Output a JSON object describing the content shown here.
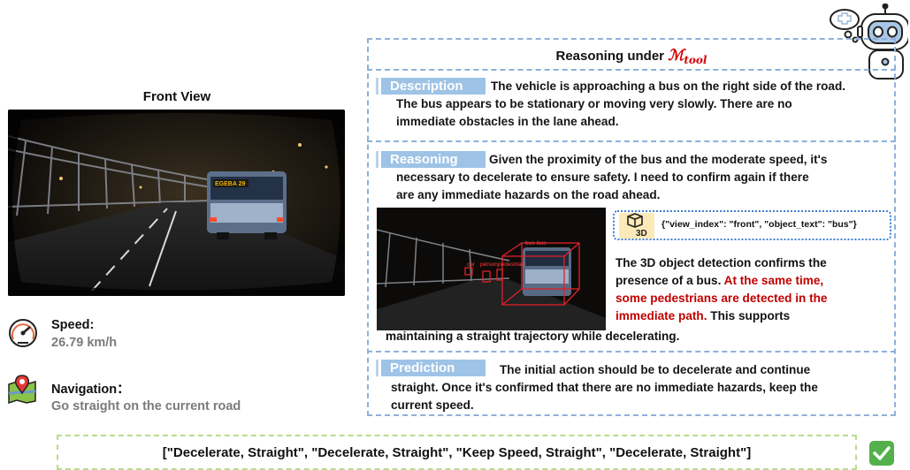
{
  "front_view": {
    "title": "Front View",
    "bus_display_text": "EGEBA 29"
  },
  "speed": {
    "icon": "speedometer-icon",
    "label": "Speed:",
    "value": "26.79 km/h"
  },
  "navigation": {
    "icon": "map-pin-icon",
    "label": "Navigation：",
    "value": "Go straight on the current road"
  },
  "panel": {
    "title_prefix": "Reasoning under ",
    "title_symbol": "ℳ",
    "title_subscript": "tool",
    "description": {
      "tag": "Description",
      "line1": "The vehicle is approaching a bus on the right side of the road.",
      "line2": "The bus appears to be stationary or moving very slowly. There are no",
      "line3": "immediate obstacles in the lane ahead."
    },
    "reasoning": {
      "tag": "Reasoning",
      "line1": "Given the proximity of the bus and the moderate speed, it's",
      "line2": "necessary to decelerate to ensure safety. I need to confirm again if there",
      "line3": "are any immediate hazards on the road ahead.",
      "tool_call": "{\"view_index\": \"front\", \"object_text\": \"bus\"}",
      "tool_icon_label": "3D",
      "detection_labels": [
        "bus",
        "bus",
        "car",
        "person",
        "pedestrian"
      ],
      "result_line1": "The 3D object detection confirms the",
      "result_line2a": "presence of a bus. ",
      "result_line2b": "At the same time,",
      "result_line3": "some pedestrians are detected in the",
      "result_line4a": "immediate path.",
      "result_line4b": " This supports",
      "result_line5": "maintaining a straight trajectory while decelerating."
    },
    "prediction": {
      "tag": "Prediction",
      "line1": "The initial action should be to decelerate and continue",
      "line2": "straight. Once it's confirmed that there are no immediate hazards, keep the",
      "line3": "current speed."
    }
  },
  "result": {
    "text": "[\"Decelerate, Straight\", \"Decelerate, Straight\", \"Keep Speed, Straight\", \"Decelerate, Straight\"]",
    "status_icon": "checkmark-icon"
  },
  "colors": {
    "accent_blue": "#9ec3e6",
    "dash_blue": "#8fb0d9",
    "highlight_red": "#c00000",
    "success_green": "#53b04a"
  }
}
